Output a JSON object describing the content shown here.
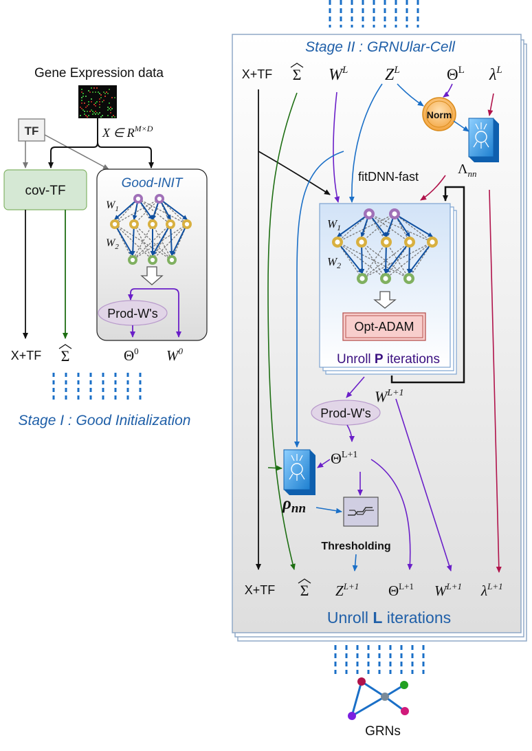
{
  "stage1": {
    "title": "Stage I : Good Initialization",
    "gene_expression_label": "Gene Expression data",
    "tf_label": "TF",
    "covtf_label": "cov-TF",
    "x_label": "X ∈ R",
    "x_sup": "M×D",
    "goodinit_title": "Good-INIT",
    "w1": "W",
    "w1_sub": "1",
    "w2": "W",
    "w2_sub": "2",
    "prodw_label": "Prod-W's",
    "outputs": {
      "xtf": "X+TF",
      "sigma": "Σ",
      "theta": "Θ",
      "theta_sup": "0",
      "w": "W",
      "w_sup": "0"
    }
  },
  "stage2": {
    "title": "Stage II : GRNUlar-Cell",
    "inputs": {
      "xtf": "X+TF",
      "sigma": "Σ",
      "w": "W",
      "w_sup": "L",
      "z": "Z",
      "z_sup": "L",
      "theta": "Θ",
      "theta_sup": "L",
      "lambda": "λ",
      "lambda_sup": "L"
    },
    "norm_label": "Norm",
    "lambda_nn": "Λ",
    "lambda_nn_sub": "nn",
    "fitdnn_label": "fitDNN-fast",
    "optadam_label": "Opt-ADAM",
    "unroll_p_prefix": "Unroll ",
    "unroll_p_bold": "P",
    "unroll_p_suffix": " iterations",
    "w1": "W",
    "w1_sub": "1",
    "w2": "W",
    "w2_sub": "2",
    "w_next": "W",
    "w_next_sup": "L+1",
    "prodw_label": "Prod-W's",
    "theta_next": "Θ",
    "theta_next_sup": "L+1",
    "rho_nn": "ρ",
    "rho_nn_sub": "nn",
    "thresholding_label": "Thresholding",
    "outputs": {
      "xtf": "X+TF",
      "sigma": "Σ",
      "z": "Z",
      "z_sup": "L+1",
      "theta": "Θ",
      "theta_sup": "L+1",
      "w": "W",
      "w_sup": "L+1",
      "lambda": "λ",
      "lambda_sup": "L+1"
    },
    "unroll_l_prefix": "Unroll ",
    "unroll_l_bold": "L",
    "unroll_l_suffix": " iterations"
  },
  "grns_label": "GRNs",
  "colors": {
    "blue_title": "#1f5fa8",
    "purple": "#6a1fc8",
    "green": "#1d6e12",
    "crimson": "#b0124a",
    "edge_blue": "#1a6fc7"
  }
}
